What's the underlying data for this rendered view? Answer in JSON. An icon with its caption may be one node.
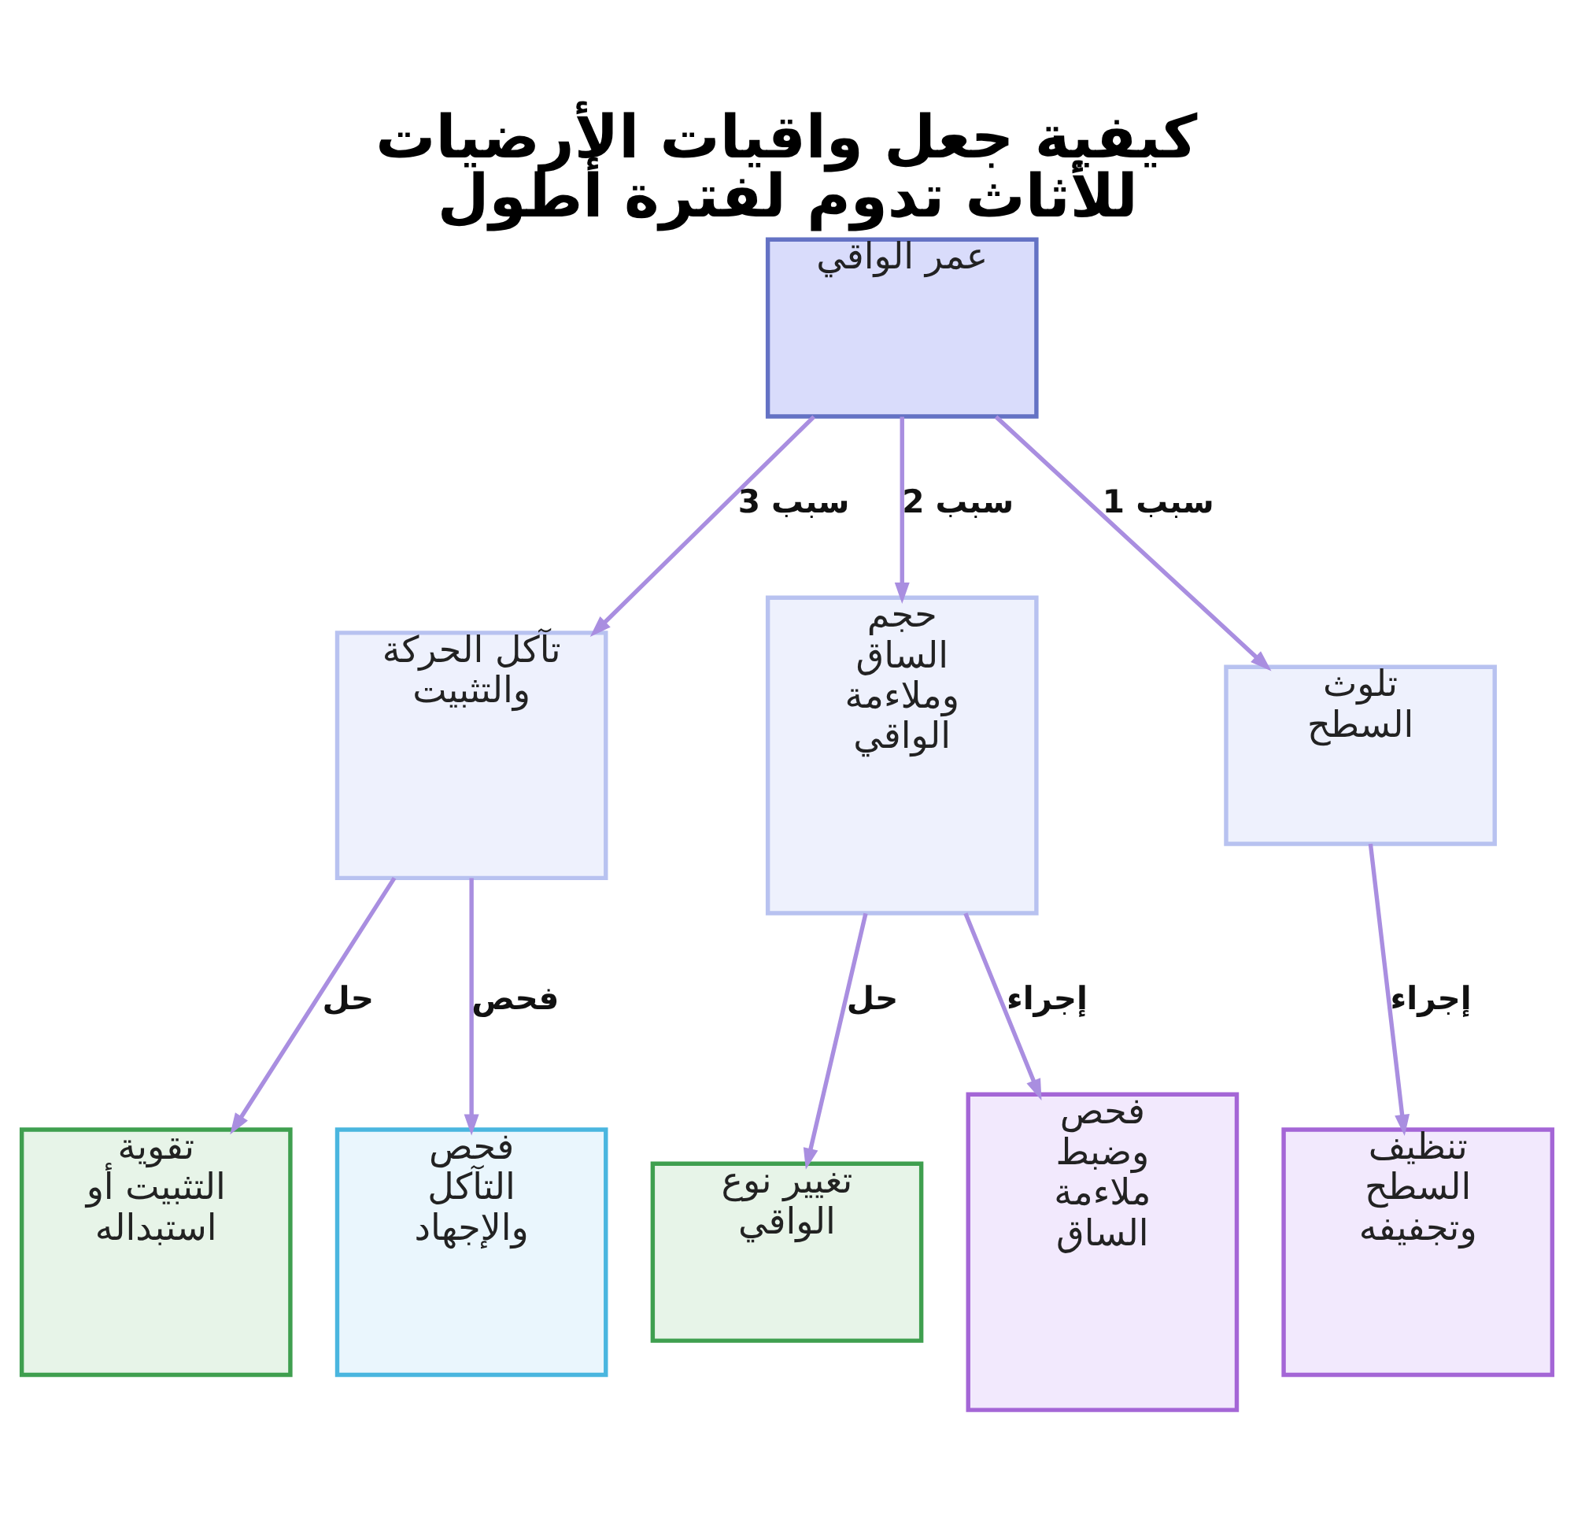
{
  "diagram": {
    "title": "كيفية جعل واقيات الأرضيات للأثاث تدوم لفترة أطول",
    "nodes": [
      {
        "text": [
          "عمر الواقي"
        ]
      },
      {
        "text": [
          "تلوث السطح"
        ]
      },
      {
        "text": [
          "حجم الساق وملاءمة الواقي"
        ]
      },
      {
        "text": [
          "تآكل الحركة والتثبيت"
        ]
      },
      {
        "text": [
          "تنظيف السطح وتجفيفه"
        ]
      },
      {
        "text": [
          "فحص وضبط ملاءمة الساق"
        ]
      },
      {
        "text": [
          "تغيير نوع الواقي"
        ]
      },
      {
        "text": [
          "فحص التآكل والإجهاد"
        ]
      },
      {
        "text": [
          "تقوية التثبيت أو استبداله"
        ]
      }
    ],
    "edges": [
      {
        "from": 0,
        "to": 3,
        "arrow": "to",
        "label": "سبب 3"
      },
      {
        "from": 0,
        "to": 2,
        "arrow": "to",
        "label": "سبب 2"
      },
      {
        "from": 0,
        "to": 1,
        "arrow": "to",
        "label": "سبب 1"
      },
      {
        "from": 3,
        "to": 8,
        "arrow": "to",
        "label": "حل"
      },
      {
        "from": 3,
        "to": 7,
        "arrow": "to",
        "label": "فحص"
      },
      {
        "from": 2,
        "to": 6,
        "arrow": "to",
        "label": "حل"
      },
      {
        "from": 2,
        "to": 5,
        "arrow": "to",
        "label": "إجراء"
      },
      {
        "from": 1,
        "to": 4,
        "arrow": "to",
        "label": "إجراء"
      }
    ]
  }
}
